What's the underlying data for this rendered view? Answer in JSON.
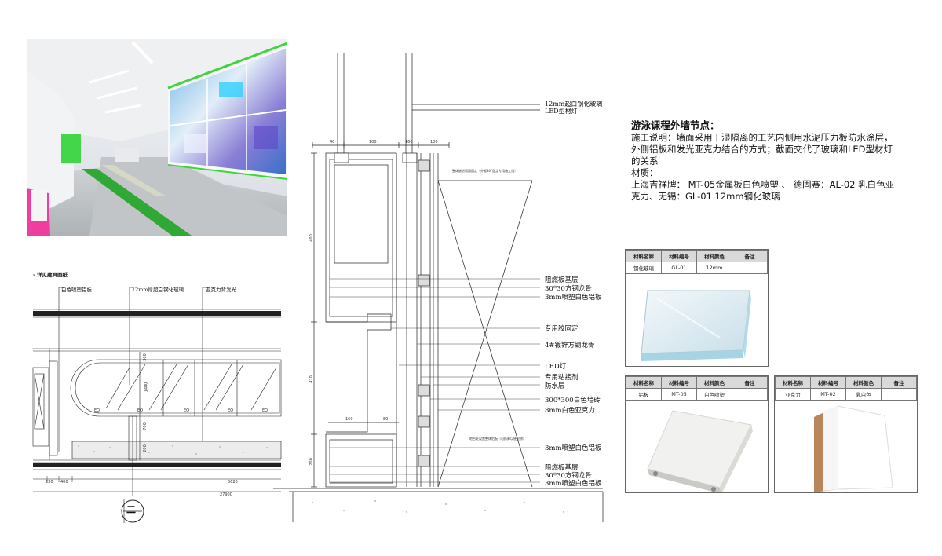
{
  "description": {
    "title": "游泳课程外墙节点：",
    "lines": [
      "施工说明：墙面采用干湿隔离的工艺内侧用水泥压力板防水涂层，",
      "外侧铝板和发光亚克力结合的方式；截面交代了玻璃和LED型材灯",
      "的关系",
      "材质：",
      "上海吉祥牌：  MT-05金属板白色喷塑 、 德固赛：AL-02 乳白色亚",
      "克力、无锡：GL-01 12mm钢化玻璃"
    ]
  },
  "materials": [
    {
      "headers": [
        "材料名称",
        "材料编号",
        "材料颜色",
        "备注"
      ],
      "row": [
        "钢化玻璃",
        "GL-01",
        "12mm",
        ""
      ]
    },
    {
      "headers": [
        "材料名称",
        "材料编号",
        "材料颜色",
        "备注"
      ],
      "row": [
        "铝板",
        "MT-05",
        "白色喷塑",
        ""
      ]
    },
    {
      "headers": [
        "材料名称",
        "材料编号",
        "材料颜色",
        "备注"
      ],
      "row": [
        "亚克力",
        "MT-02",
        "乳白色",
        ""
      ]
    }
  ],
  "section_labels": [
    "12mm超白钢化玻璃",
    "LED型材灯",
    "阻燃板基层",
    "30*30方钢龙骨",
    "3mm喷塑白色铝板",
    "专用胶固定",
    "4#镀锌方钢龙骨",
    "LED灯",
    "专用粘接剂",
    "防水层",
    "300*300白色墙砖",
    "8mm白色亚克力",
    "3mm喷塑白色铝板",
    "阻燃板基层",
    "30*30方钢龙骨",
    "3mm喷塑白色铝板"
  ],
  "section_small": {
    "dims_top": [
      "40",
      "100",
      "160",
      "100"
    ],
    "dims_side": [
      "400",
      "470",
      "200"
    ],
    "dims_mid": [
      "160",
      "80"
    ],
    "note_top": "整体嵌进墙面固定（外延30°固定专用施工组）",
    "note_mid": "地台处设置整体铝板（可拆卸以便检修）"
  },
  "plan": {
    "title": "- 详见建具图纸",
    "labels": [
      "白色喷塑铝板",
      "12mm厚超白钢化玻璃",
      "亚克力背发光"
    ],
    "dims_bottom": [
      "230",
      "400",
      "5620",
      "27900"
    ],
    "dims_vertical": [
      "300",
      "1400",
      "700",
      "200"
    ],
    "eq": [
      "EQ",
      "EQ",
      "EQ",
      "EQ",
      "EQ"
    ],
    "symbol": "二"
  },
  "colors": {
    "accent_green": "#3ed43a",
    "line": "#222222"
  }
}
